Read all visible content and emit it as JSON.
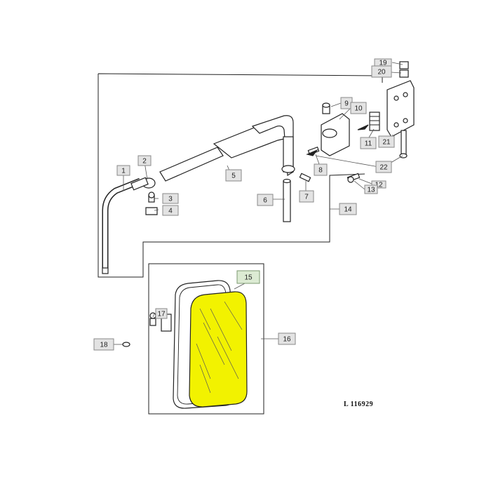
{
  "diagram": {
    "reference": "L 116929",
    "highlight_color": "#f2f200",
    "callouts": [
      {
        "id": "c1",
        "label": "1"
      },
      {
        "id": "c2",
        "label": "2"
      },
      {
        "id": "c3",
        "label": "3"
      },
      {
        "id": "c4",
        "label": "4"
      },
      {
        "id": "c5",
        "label": "5"
      },
      {
        "id": "c6",
        "label": "6"
      },
      {
        "id": "c7",
        "label": "7"
      },
      {
        "id": "c8",
        "label": "8"
      },
      {
        "id": "c9",
        "label": "9"
      },
      {
        "id": "c10",
        "label": "10"
      },
      {
        "id": "c11",
        "label": "11"
      },
      {
        "id": "c12",
        "label": "12"
      },
      {
        "id": "c13",
        "label": "13"
      },
      {
        "id": "c14",
        "label": "14"
      },
      {
        "id": "c15",
        "label": "15"
      },
      {
        "id": "c16",
        "label": "16"
      },
      {
        "id": "c17",
        "label": "17"
      },
      {
        "id": "c18",
        "label": "18"
      },
      {
        "id": "c19",
        "label": "19"
      },
      {
        "id": "c20",
        "label": "20"
      },
      {
        "id": "c21",
        "label": "21"
      },
      {
        "id": "c22",
        "label": "22"
      }
    ]
  }
}
